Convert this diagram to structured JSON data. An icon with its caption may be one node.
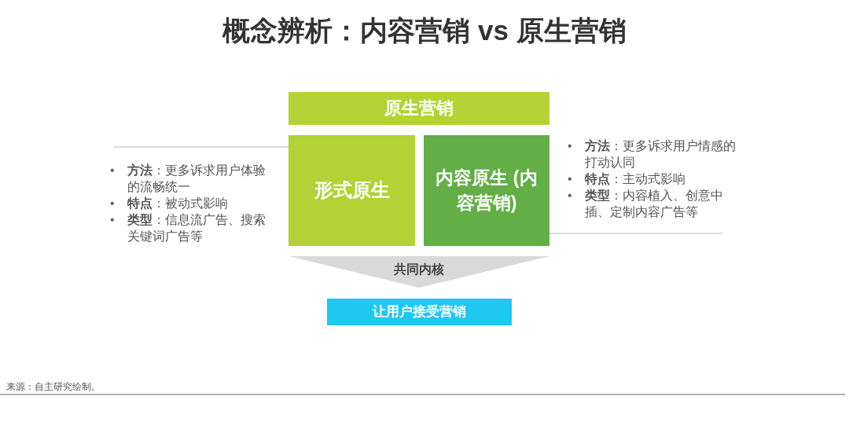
{
  "diagram": {
    "title": "概念辨析：内容营销 vs 原生营销",
    "nodes": [
      {
        "text": [
          "原生营销"
        ]
      },
      {
        "text": [
          "形式原生"
        ]
      },
      {
        "text": [
          "内容原生 (内容营销)"
        ]
      },
      {
        "text": [
          "共同内核"
        ]
      },
      {
        "text": [
          "让用户接受营销"
        ]
      }
    ],
    "labels": [
      "•",
      "**方法**：更多诉求用户体验的流畅统一",
      "•",
      "**特点**：被动式影响",
      "•",
      "**类型**：信息流广告、搜索关键词广告等",
      "•",
      "**方法**：更多诉求用户情感的打动认同",
      "•",
      "**特点**：主动式影响",
      "•",
      "**类型**：内容植入、创意中插、定制内容广告等",
      "来源：自主研究绘制。"
    ]
  }
}
